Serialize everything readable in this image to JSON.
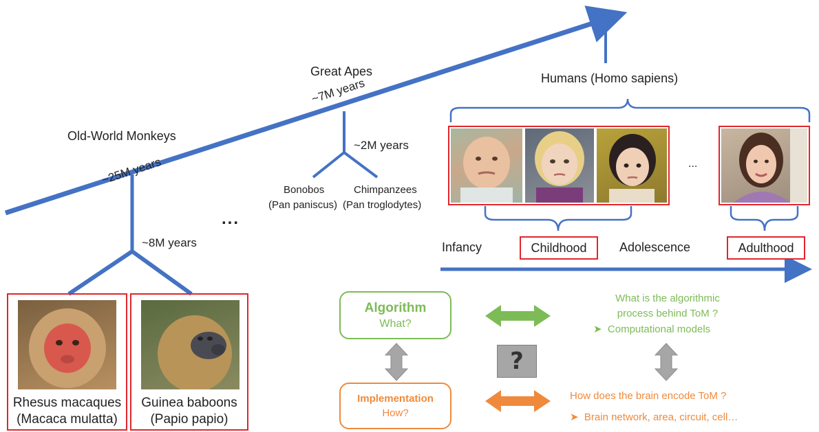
{
  "timeline": {
    "old_world_monkeys": "Old-World Monkeys",
    "great_apes": "Great Apes",
    "humans": "Humans (Homo sapiens)",
    "t25": "~25M years",
    "t7": "~7M years",
    "t2": "~2M years",
    "t8": "~8M years",
    "ellipsis_left": "...",
    "ellipsis_photos": "..."
  },
  "apes": {
    "bonobos": "Bonobos",
    "bonobos_latin": "(Pan paniscus)",
    "chimps": "Chimpanzees",
    "chimps_latin": "(Pan troglodytes)"
  },
  "monkeys": {
    "rhesus": "Rhesus macaques",
    "rhesus_latin": "(Macaca mulatta)",
    "baboons": "Guinea baboons",
    "baboons_latin": "(Papio papio)"
  },
  "development": {
    "infancy": "Infancy",
    "childhood": "Childhood",
    "adolescence": "Adolescence",
    "adulthood": "Adulthood"
  },
  "framework": {
    "algorithm_title": "Algorithm",
    "algorithm_sub": "What?",
    "implementation_title": "Implementation",
    "implementation_sub": "How?",
    "question_mark": "?",
    "algo_q_line1": "What is the algorithmic",
    "algo_q_line2": "process behind ToM ?",
    "algo_point": "Computational models",
    "impl_q": "How does the brain encode ToM ?",
    "impl_point": "Brain network, area, circuit, cell…"
  },
  "colors": {
    "timeline_blue": "#4472c4",
    "frame_red": "#e0262c",
    "green": "#7dbb57",
    "orange": "#ef8a3c",
    "gray": "#a6a6a6"
  }
}
